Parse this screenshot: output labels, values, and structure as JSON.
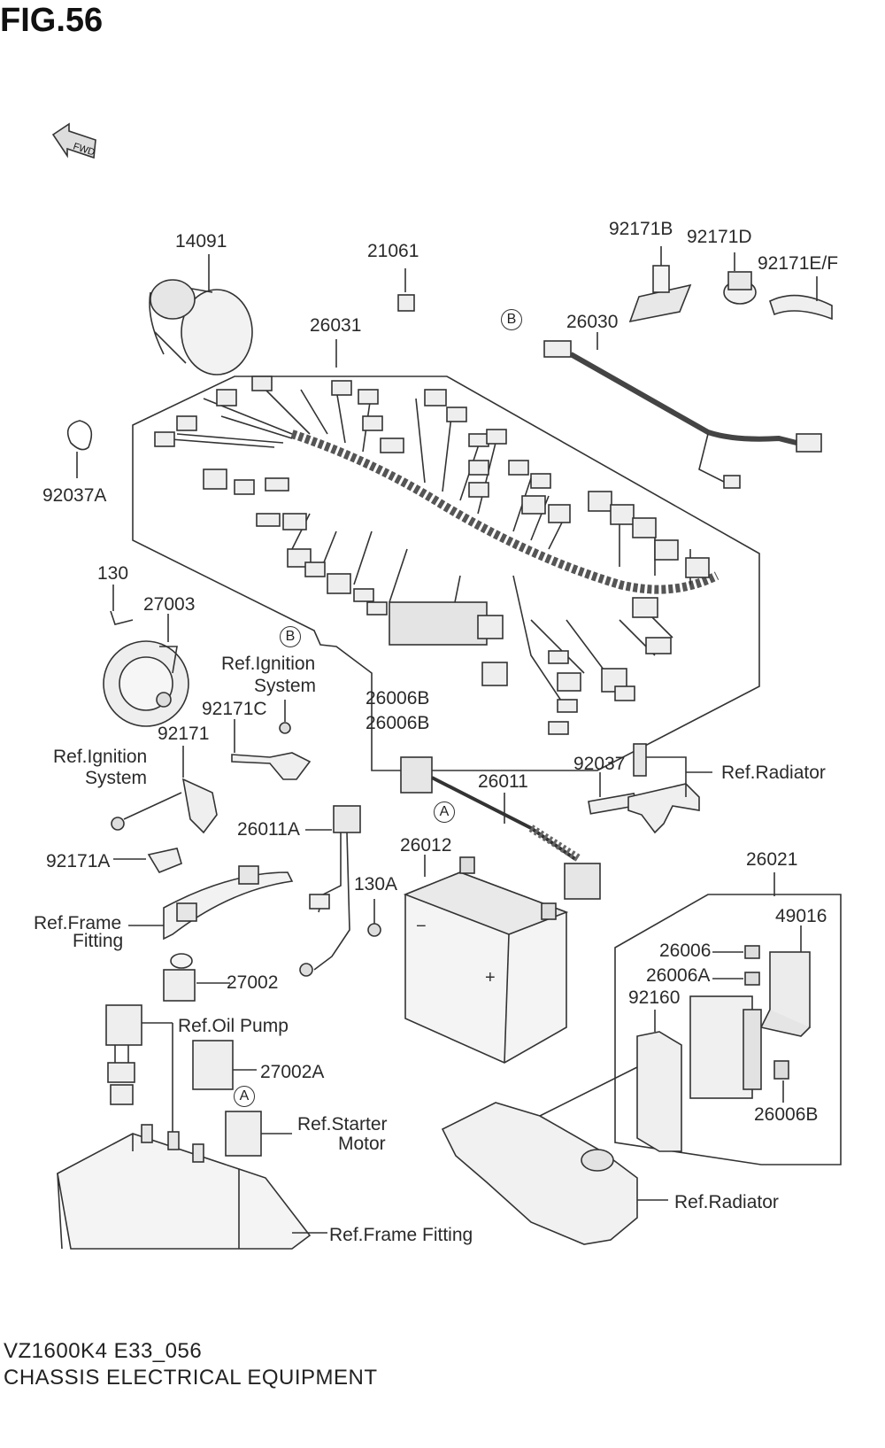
{
  "figure": {
    "title": "FIG.56",
    "fwd_arrow_text": "FWD"
  },
  "parts": {
    "p14091": "14091",
    "p21061": "21061",
    "p92171B": "92171B",
    "p92171D": "92171D",
    "p92171EF": "92171E/F",
    "p26031": "26031",
    "p26030": "26030",
    "p92037A": "92037A",
    "p130": "130",
    "p27003": "27003",
    "p92171C": "92171C",
    "p92171": "92171",
    "p26006B_1": "26006B",
    "p26006B_2": "26006B",
    "p92037": "92037",
    "p26011": "26011",
    "p26011A": "26011A",
    "p92171A": "92171A",
    "p26012": "26012",
    "p130A": "130A",
    "p26021": "26021",
    "p49016": "49016",
    "p26006": "26006",
    "p26006A": "26006A",
    "p92160": "92160",
    "p27002": "27002",
    "p27002A": "27002A",
    "p26006B_3": "26006B"
  },
  "refs": {
    "ignition_1a": "Ref.Ignition",
    "ignition_1b": "System",
    "ignition_2a": "Ref.Ignition",
    "ignition_2b": "System",
    "radiator_1": "Ref.Radiator",
    "frame_fitting_a": "Ref.Frame",
    "frame_fitting_b": "Fitting",
    "oil_pump": "Ref.Oil Pump",
    "starter_a": "Ref.Starter",
    "starter_b": "Motor",
    "radiator_2": "Ref.Radiator",
    "frame_fitting_2": "Ref.Frame Fitting"
  },
  "markers": {
    "b1": "B",
    "b2": "B",
    "a1": "A",
    "a2": "A"
  },
  "footer": {
    "model_code": "VZ1600K4 E33_056",
    "section_title": "CHASSIS ELECTRICAL EQUIPMENT"
  }
}
